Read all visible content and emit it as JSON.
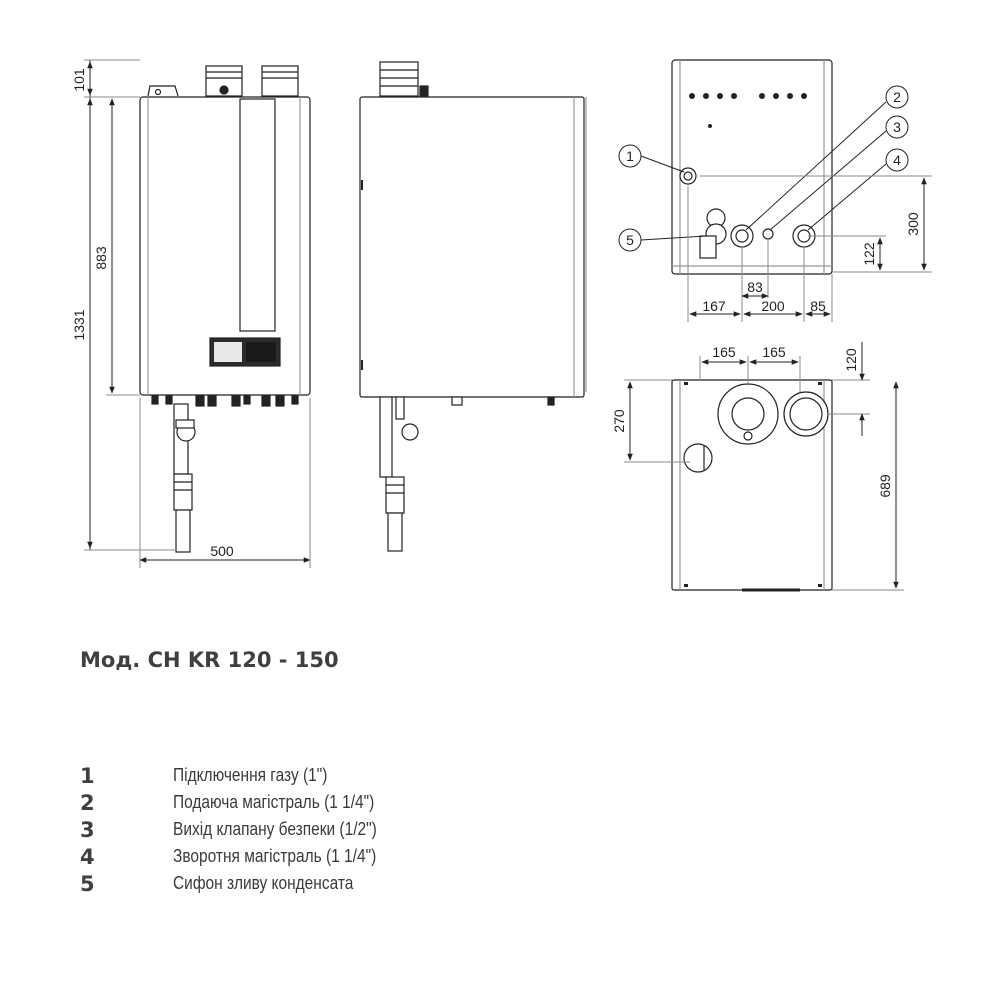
{
  "drawing": {
    "dimensions": {
      "d101": "101",
      "d1331": "1331",
      "d883": "883",
      "d500": "500",
      "d300": "300",
      "d122": "122",
      "d83": "83",
      "d167": "167",
      "d200": "200",
      "d85": "85",
      "d165a": "165",
      "d165b": "165",
      "d120": "120",
      "d270": "270",
      "d689": "689"
    },
    "callouts": [
      "1",
      "2",
      "3",
      "4",
      "5"
    ],
    "colors": {
      "line": "#222222",
      "shade": "#9a9a9a",
      "panel": "#2b2b2b"
    }
  },
  "heading": "Мод. CH KR 120 - 150",
  "legend": [
    {
      "num": "1",
      "text": "Підключення газу (1\")"
    },
    {
      "num": "2",
      "text": "Подаюча магістраль (1 1/4\")"
    },
    {
      "num": "3",
      "text": "Вихід клапану безпеки (1/2\")"
    },
    {
      "num": "4",
      "text": "Зворотня магістраль (1 1/4\")"
    },
    {
      "num": "5",
      "text": "Сифон зливу конденсата"
    }
  ]
}
